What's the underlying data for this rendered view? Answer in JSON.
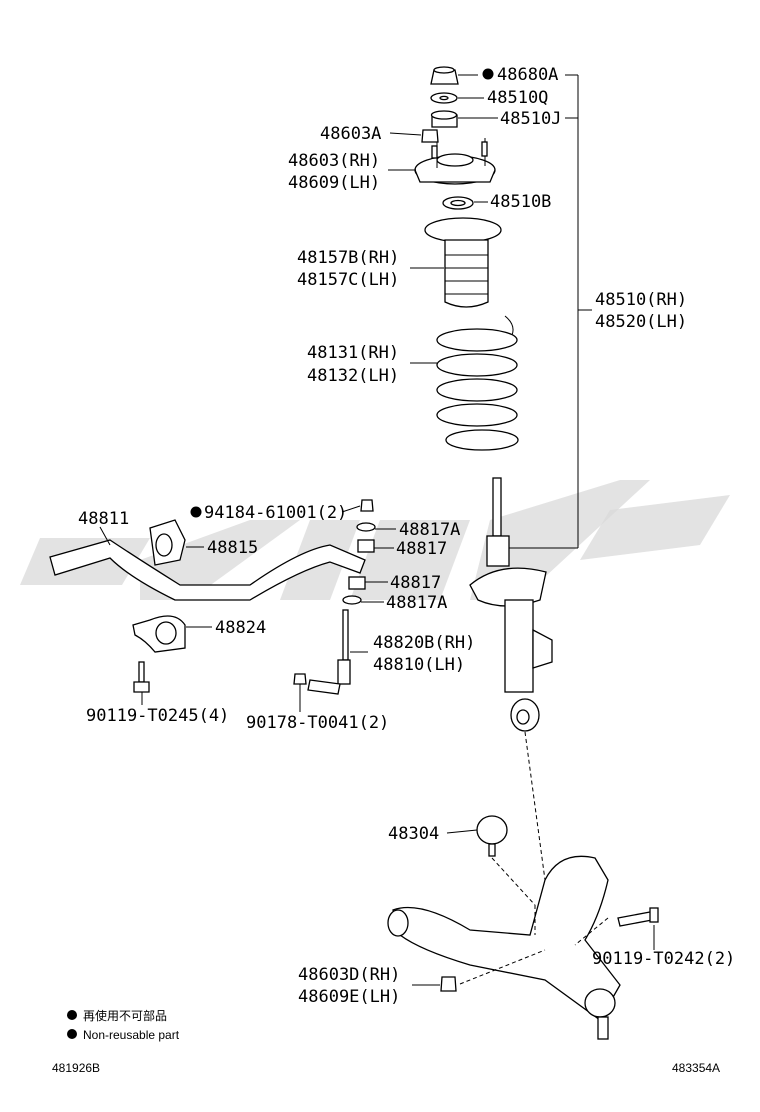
{
  "diagram": {
    "callouts": {
      "c48680A": "48680A",
      "c48510Q": "48510Q",
      "c48510J": "48510J",
      "c48603A": "48603A",
      "c48603RH": "48603(RH)",
      "c48609LH": "48609(LH)",
      "c48510B": "48510B",
      "c48157BRH": "48157B(RH)",
      "c48157CLH": "48157C(LH)",
      "c48510RH": "48510(RH)",
      "c48520LH": "48520(LH)",
      "c48131RH": "48131(RH)",
      "c48132LH": "48132(LH)",
      "c48811": "48811",
      "c94184": "94184-61001(2)",
      "c48817A_1": "48817A",
      "c48815": "48815",
      "c48817_1": "48817",
      "c48817_2": "48817",
      "c48817A_2": "48817A",
      "c48824": "48824",
      "c48820BRH": "48820B(RH)",
      "c48810LH": "48810(LH)",
      "c90119T0245": "90119-T0245(4)",
      "c90178T0041": "90178-T0041(2)",
      "c48304": "48304",
      "c90119T0242": "90119-T0242(2)",
      "c48603DRH": "48603D(RH)",
      "c48609ELH": "48609E(LH)"
    },
    "legend": {
      "japanese": "再使用不可部品",
      "english": "Non-reusable part"
    },
    "footer": {
      "left_code": "481926B",
      "right_code": "483354A"
    },
    "colors": {
      "ink": "#000000",
      "watermark": "#d9d9d9",
      "background": "#ffffff"
    }
  }
}
